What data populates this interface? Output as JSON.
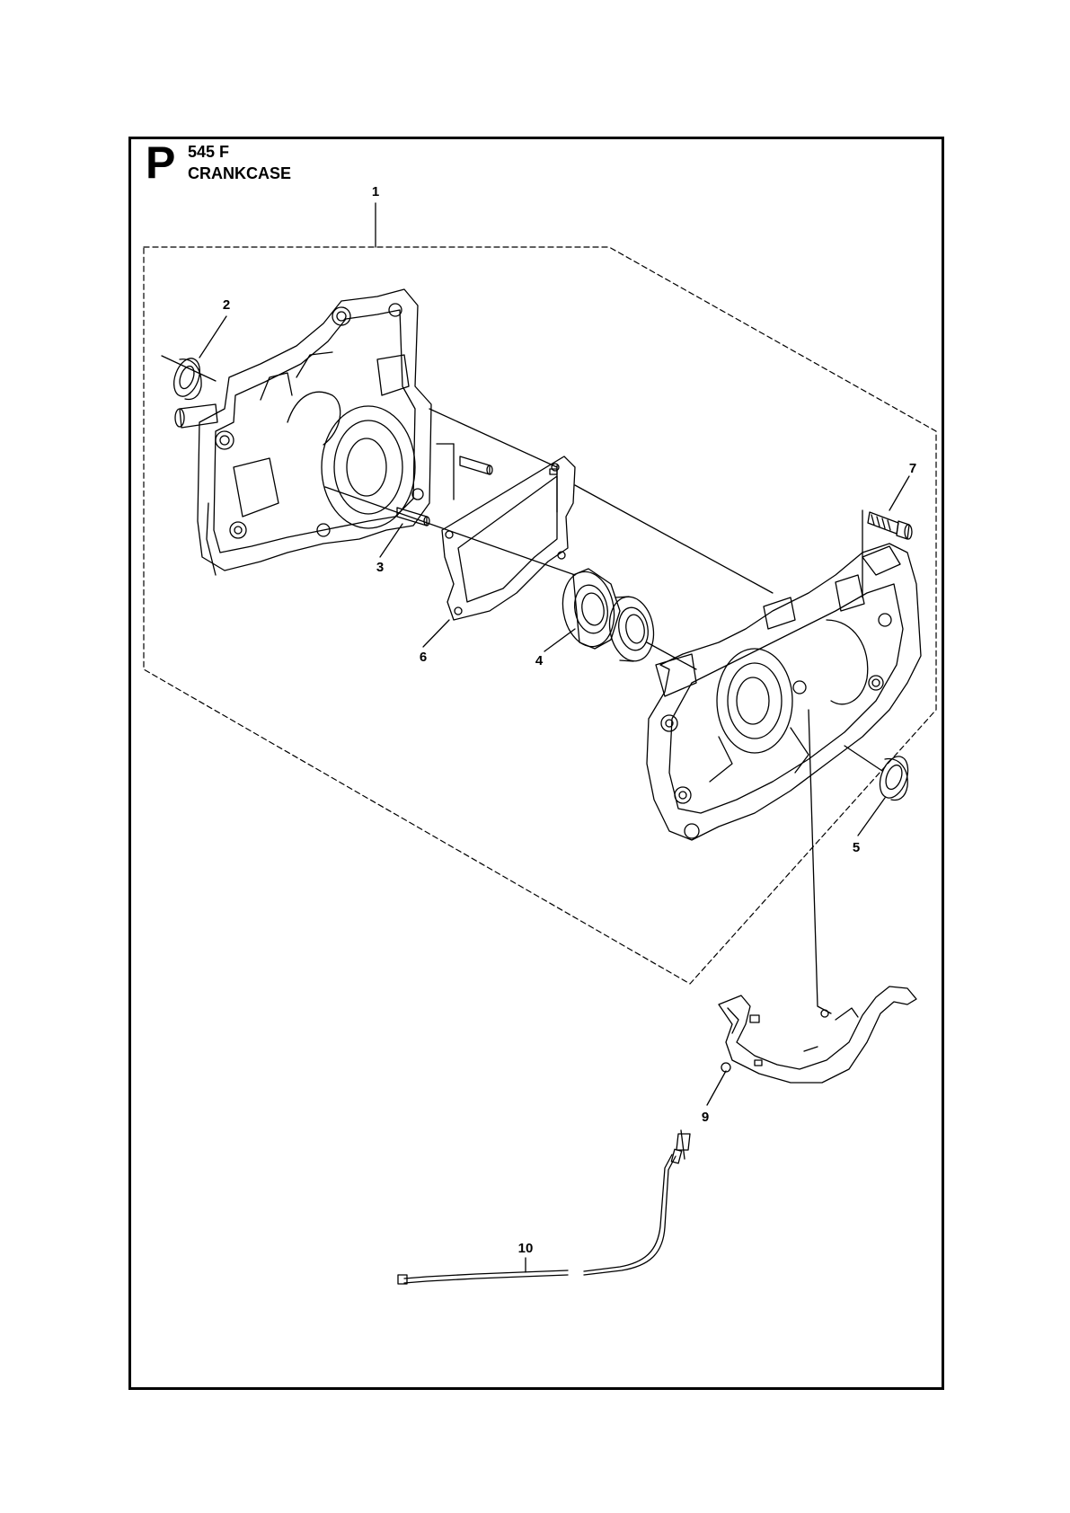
{
  "header": {
    "section_letter": "P",
    "model": "545 F",
    "title": "CRANKCASE"
  },
  "callouts": [
    {
      "id": "1",
      "label": "1"
    },
    {
      "id": "2",
      "label": "2"
    },
    {
      "id": "3",
      "label": "3"
    },
    {
      "id": "4",
      "label": "4"
    },
    {
      "id": "5",
      "label": "5"
    },
    {
      "id": "6",
      "label": "6"
    },
    {
      "id": "7",
      "label": "7"
    },
    {
      "id": "9",
      "label": "9"
    },
    {
      "id": "10",
      "label": "10"
    }
  ]
}
